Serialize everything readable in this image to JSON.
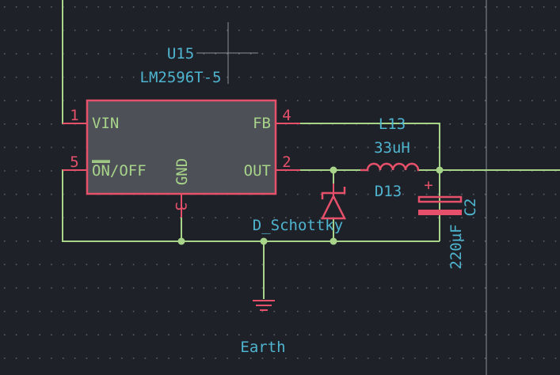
{
  "colors": {
    "background": "#1e2228",
    "grid_dot": "#5a6068",
    "wire": "#a8d48a",
    "component_outline": "#e6506a",
    "component_fill": "#4d5057",
    "label": "#4fb4cf",
    "crosshair": "#8a8f96"
  },
  "regulator": {
    "reference": "U15",
    "value": "LM2596T-5",
    "pins": [
      {
        "number": "1",
        "name": "VIN"
      },
      {
        "number": "5",
        "name": "ON/OFF",
        "overline": "ON",
        "rest": "/OFF"
      },
      {
        "number": "3",
        "name": "GND"
      },
      {
        "number": "4",
        "name": "FB"
      },
      {
        "number": "2",
        "name": "OUT"
      }
    ]
  },
  "inductor": {
    "reference": "L13",
    "value": "33uH"
  },
  "diode": {
    "reference": "D13",
    "value": "D_Schottky"
  },
  "capacitor": {
    "reference": "C2",
    "value": "220µF",
    "polarity_mark": "+"
  },
  "ground": {
    "label": "Earth"
  }
}
